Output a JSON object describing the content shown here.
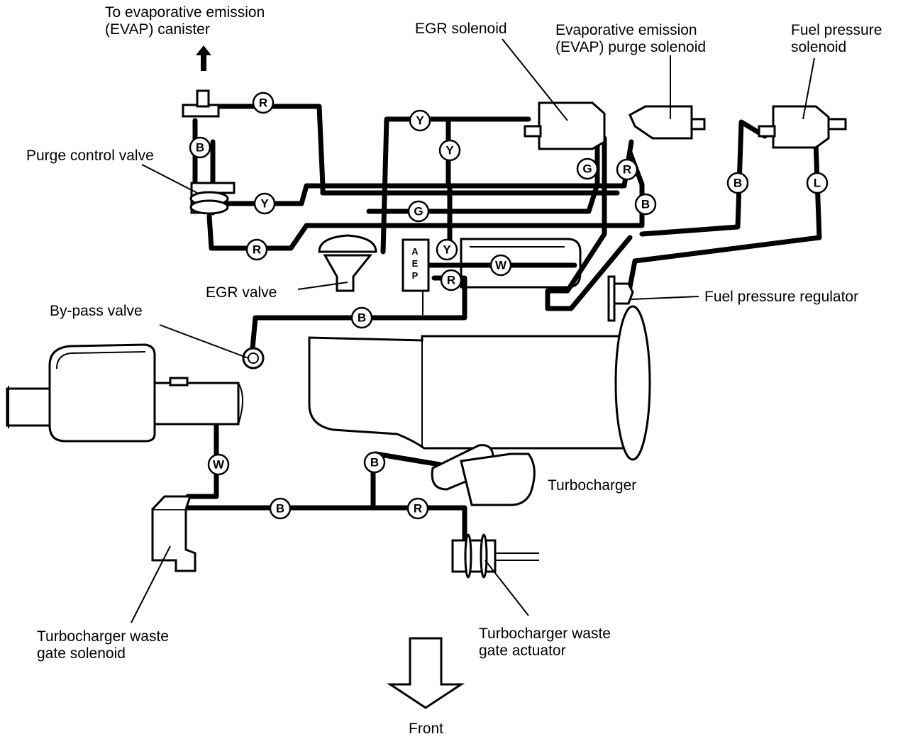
{
  "labels": {
    "to_evap_canister": [
      "To   evaporative   emission",
      "(EVAP) canister"
    ],
    "egr_solenoid": "EGR solenoid",
    "evap_purge_solenoid": [
      "Evaporative   emission",
      "(EVAP) purge solenoid"
    ],
    "fuel_pressure_solenoid": [
      "Fuel pressure",
      "solenoid"
    ],
    "purge_control_valve": "Purge control valve",
    "egr_valve": "EGR valve",
    "by_pass_valve": "By-pass valve",
    "fuel_pressure_regulator": "Fuel pressure regulator",
    "turbocharger": "Turbocharger",
    "waste_gate_solenoid": [
      "Turbocharger waste",
      "gate solenoid"
    ],
    "waste_gate_actuator": [
      "Turbocharger waste",
      "gate actuator"
    ],
    "front": "Front"
  },
  "port_letters": [
    "A",
    "E",
    "P"
  ],
  "hose_tags": [
    "R",
    "B",
    "Y",
    "R",
    "Y",
    "Y",
    "G",
    "G",
    "R",
    "B",
    "B",
    "L",
    "Y",
    "W",
    "R",
    "B",
    "W",
    "B",
    "B",
    "R"
  ]
}
